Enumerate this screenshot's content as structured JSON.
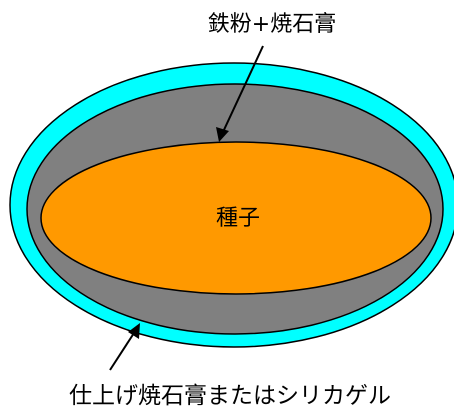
{
  "labels": {
    "top": "鉄粉+焼石膏",
    "center": "種子",
    "bottom": "仕上げ焼石膏またはシリカゲル"
  },
  "colors": {
    "outer_shell": "#00ffff",
    "middle_layer": "#808080",
    "seed": "#ff9900",
    "stroke": "#000000",
    "background": "#ffffff"
  }
}
